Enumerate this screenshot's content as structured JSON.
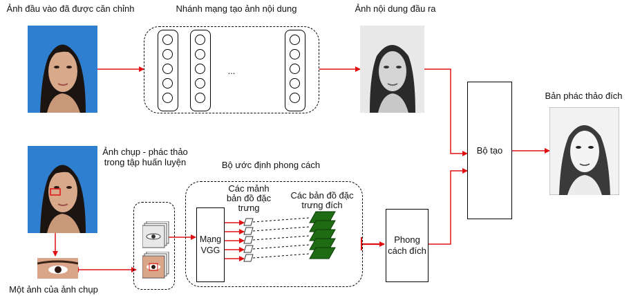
{
  "labels": {
    "input_aligned": "Ảnh đầu vào đã được căn chỉnh",
    "content_network": "Nhánh mạng tạo ảnh nội dung",
    "content_output": "Ảnh nội dung  đầu ra",
    "target_sketch": "Bản phác thảo đích",
    "photo_sketch_pair": "Ảnh chụp - phác thảo trong tập huấn luyện",
    "style_estimator": "Bộ ước định phong cách",
    "feature_patches": "Các mảnh bản đồ đặc trưng",
    "target_feature_maps": "Các bản đồ đặc trưng đích",
    "photo_patch": "Một ảnh của ảnh chụp",
    "ellipsis": "..."
  },
  "boxes": {
    "generator": "Bộ tạo",
    "target_style": "Phong cách đích",
    "vgg": "Mạng VGG"
  },
  "colors": {
    "arrow": "#e01010",
    "feature_map": "#1e6b14",
    "photo_bg": "#2f7fd0",
    "dashed": "#000000"
  }
}
